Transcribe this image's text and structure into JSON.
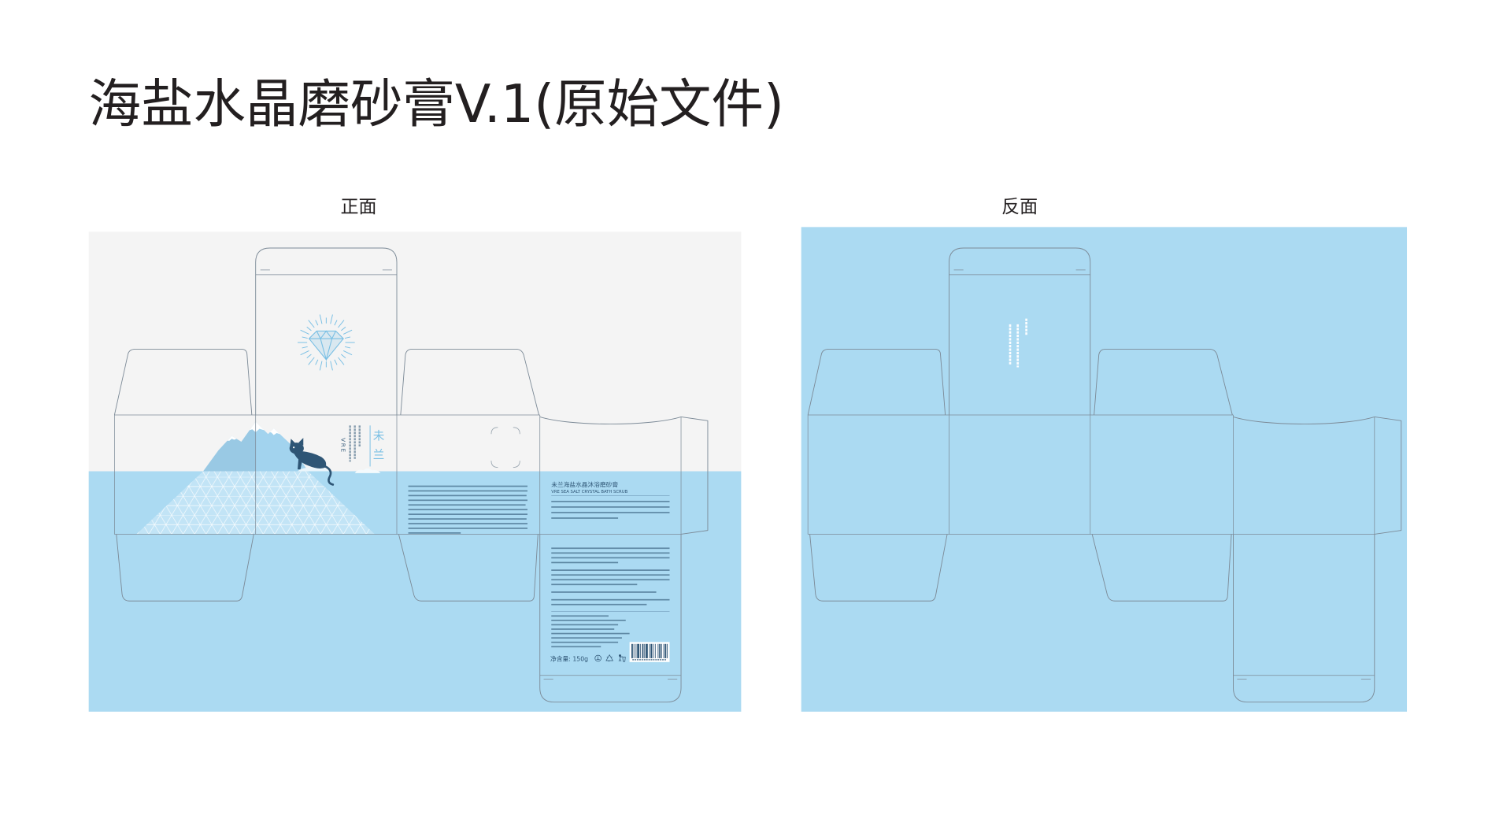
{
  "page": {
    "title": "海盐水晶磨砂膏V.1(原始文件)",
    "front_label": "正面",
    "back_label": "反面"
  },
  "front_design": {
    "logo": {
      "mark_top": "未",
      "mark_bottom": "兰",
      "latin": "VRE"
    },
    "info_panel": {
      "product_name_cn": "未兰海盐水晶沐浴磨砂膏",
      "product_name_en": "VRE SEA SALT CRYSTAL BATH SCRUB",
      "net_content": "净含量: 150g"
    }
  },
  "colors": {
    "sea_blue": "#abdaf2",
    "paper": "#f4f4f4",
    "dieline": "#7c8a97",
    "ink": "#2e5575",
    "accent": "#79bfe4",
    "title_ink": "#231f20",
    "mountain": "#a2d3ee",
    "mountain_underwater": "#c2e4f6"
  },
  "icons": [
    "diamond-icon",
    "packaging-mark-icon",
    "recycle-icon",
    "tidyman-icon",
    "barcode"
  ]
}
